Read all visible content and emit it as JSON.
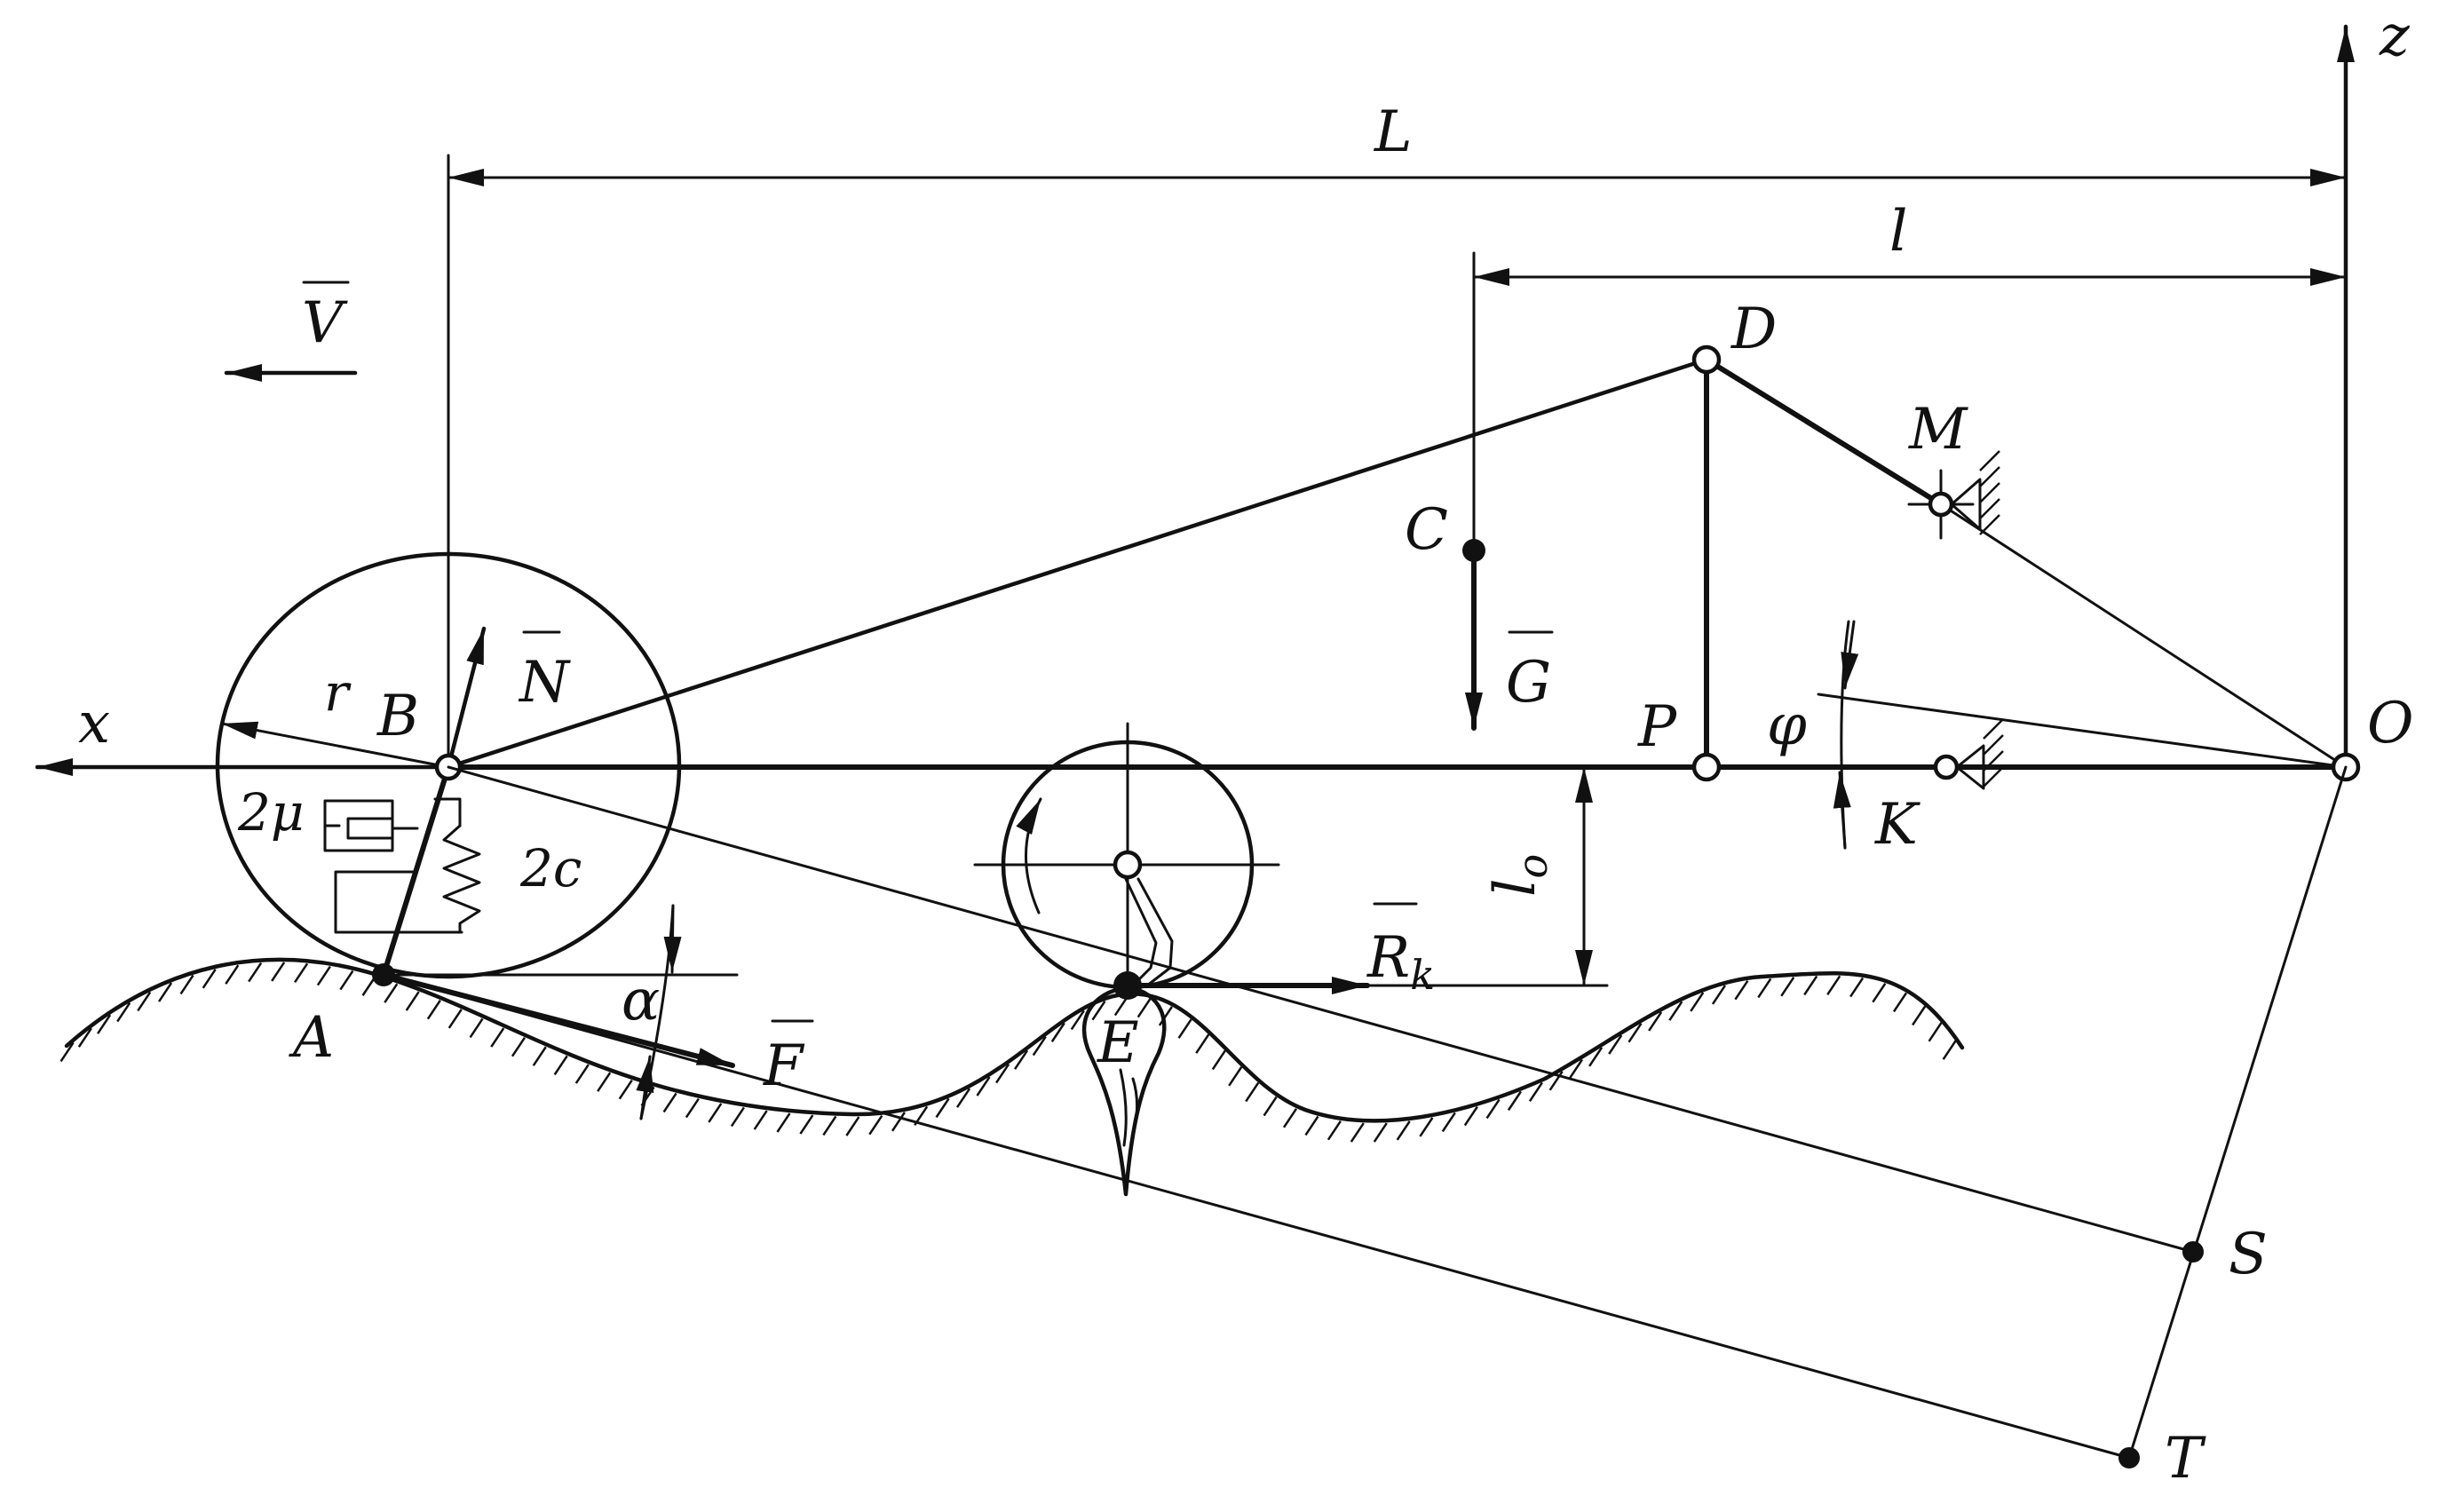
{
  "labels": {
    "L": "L",
    "l": "l",
    "z": "z",
    "x": "x",
    "V": "V",
    "D": "D",
    "M": "M",
    "C": "C",
    "G": "G",
    "P": "P",
    "phi": "φ",
    "O": "O",
    "K": "K",
    "r": "r",
    "B": "B",
    "N": "N",
    "two_mu": "2μ",
    "two_c": "2c",
    "l_o": "l",
    "l_o_sub": "o",
    "R": "R",
    "R_sub": "k",
    "alpha": "α",
    "F": "F",
    "A": "A",
    "E": "E",
    "S": "S",
    "T": "T"
  }
}
